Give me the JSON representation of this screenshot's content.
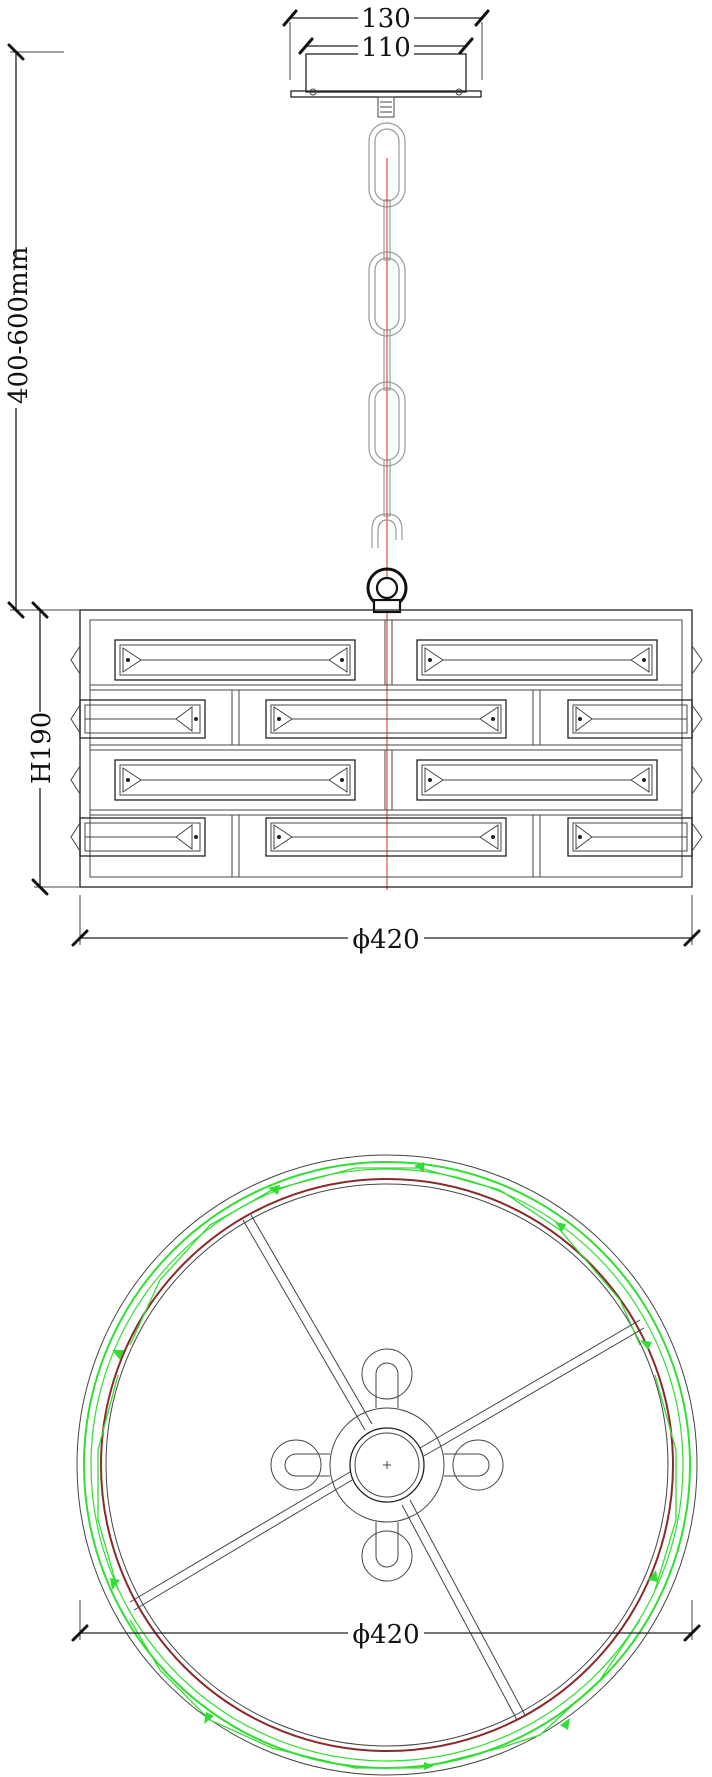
{
  "dimensions": {
    "canopy_outer": "130",
    "canopy_inner": "110",
    "chain_length": "400-600mm",
    "shade_height": "H190",
    "side_diameter": "ϕ420",
    "bottom_diameter": "ϕ420"
  },
  "colors": {
    "line": "#222222",
    "chain": "#999999",
    "centerline": "#e05050",
    "crystal_rim": "#33dd33",
    "inner_rim": "#8b2a2a"
  }
}
